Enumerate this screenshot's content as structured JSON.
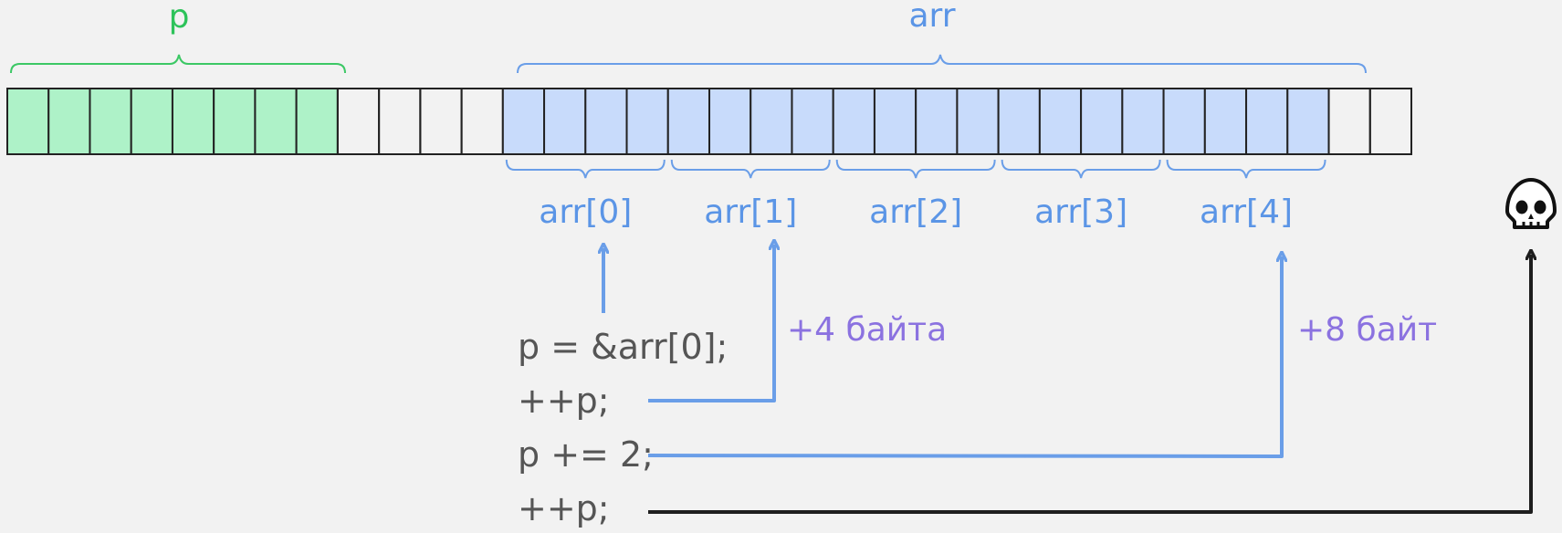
{
  "labels": {
    "p": "p",
    "arr": "arr",
    "elements": [
      "arr[0]",
      "arr[1]",
      "arr[2]",
      "arr[3]",
      "arr[4]"
    ]
  },
  "code": {
    "line1": "p = &arr[0];",
    "line2": "++p;",
    "line3": "p += 2;",
    "line4": "++p;"
  },
  "annotations": {
    "plus4": "+4 байта",
    "plus8": "+8 байт"
  },
  "memory": {
    "total_cells": 34,
    "p_cells": 8,
    "arr_start_cell": 12,
    "arr_element_count": 5,
    "bytes_per_element": 4
  },
  "icons": {
    "overflow": "skull-icon"
  },
  "colors": {
    "p_fill": "#aef2c8",
    "p_text": "#2dc35a",
    "arr_fill": "#c8dbfb",
    "arr_text": "#5b95e6",
    "annotation": "#8b72e0",
    "code_text": "#555555",
    "cell_border": "#222222",
    "overflow_arrow": "#1e1e1e"
  }
}
